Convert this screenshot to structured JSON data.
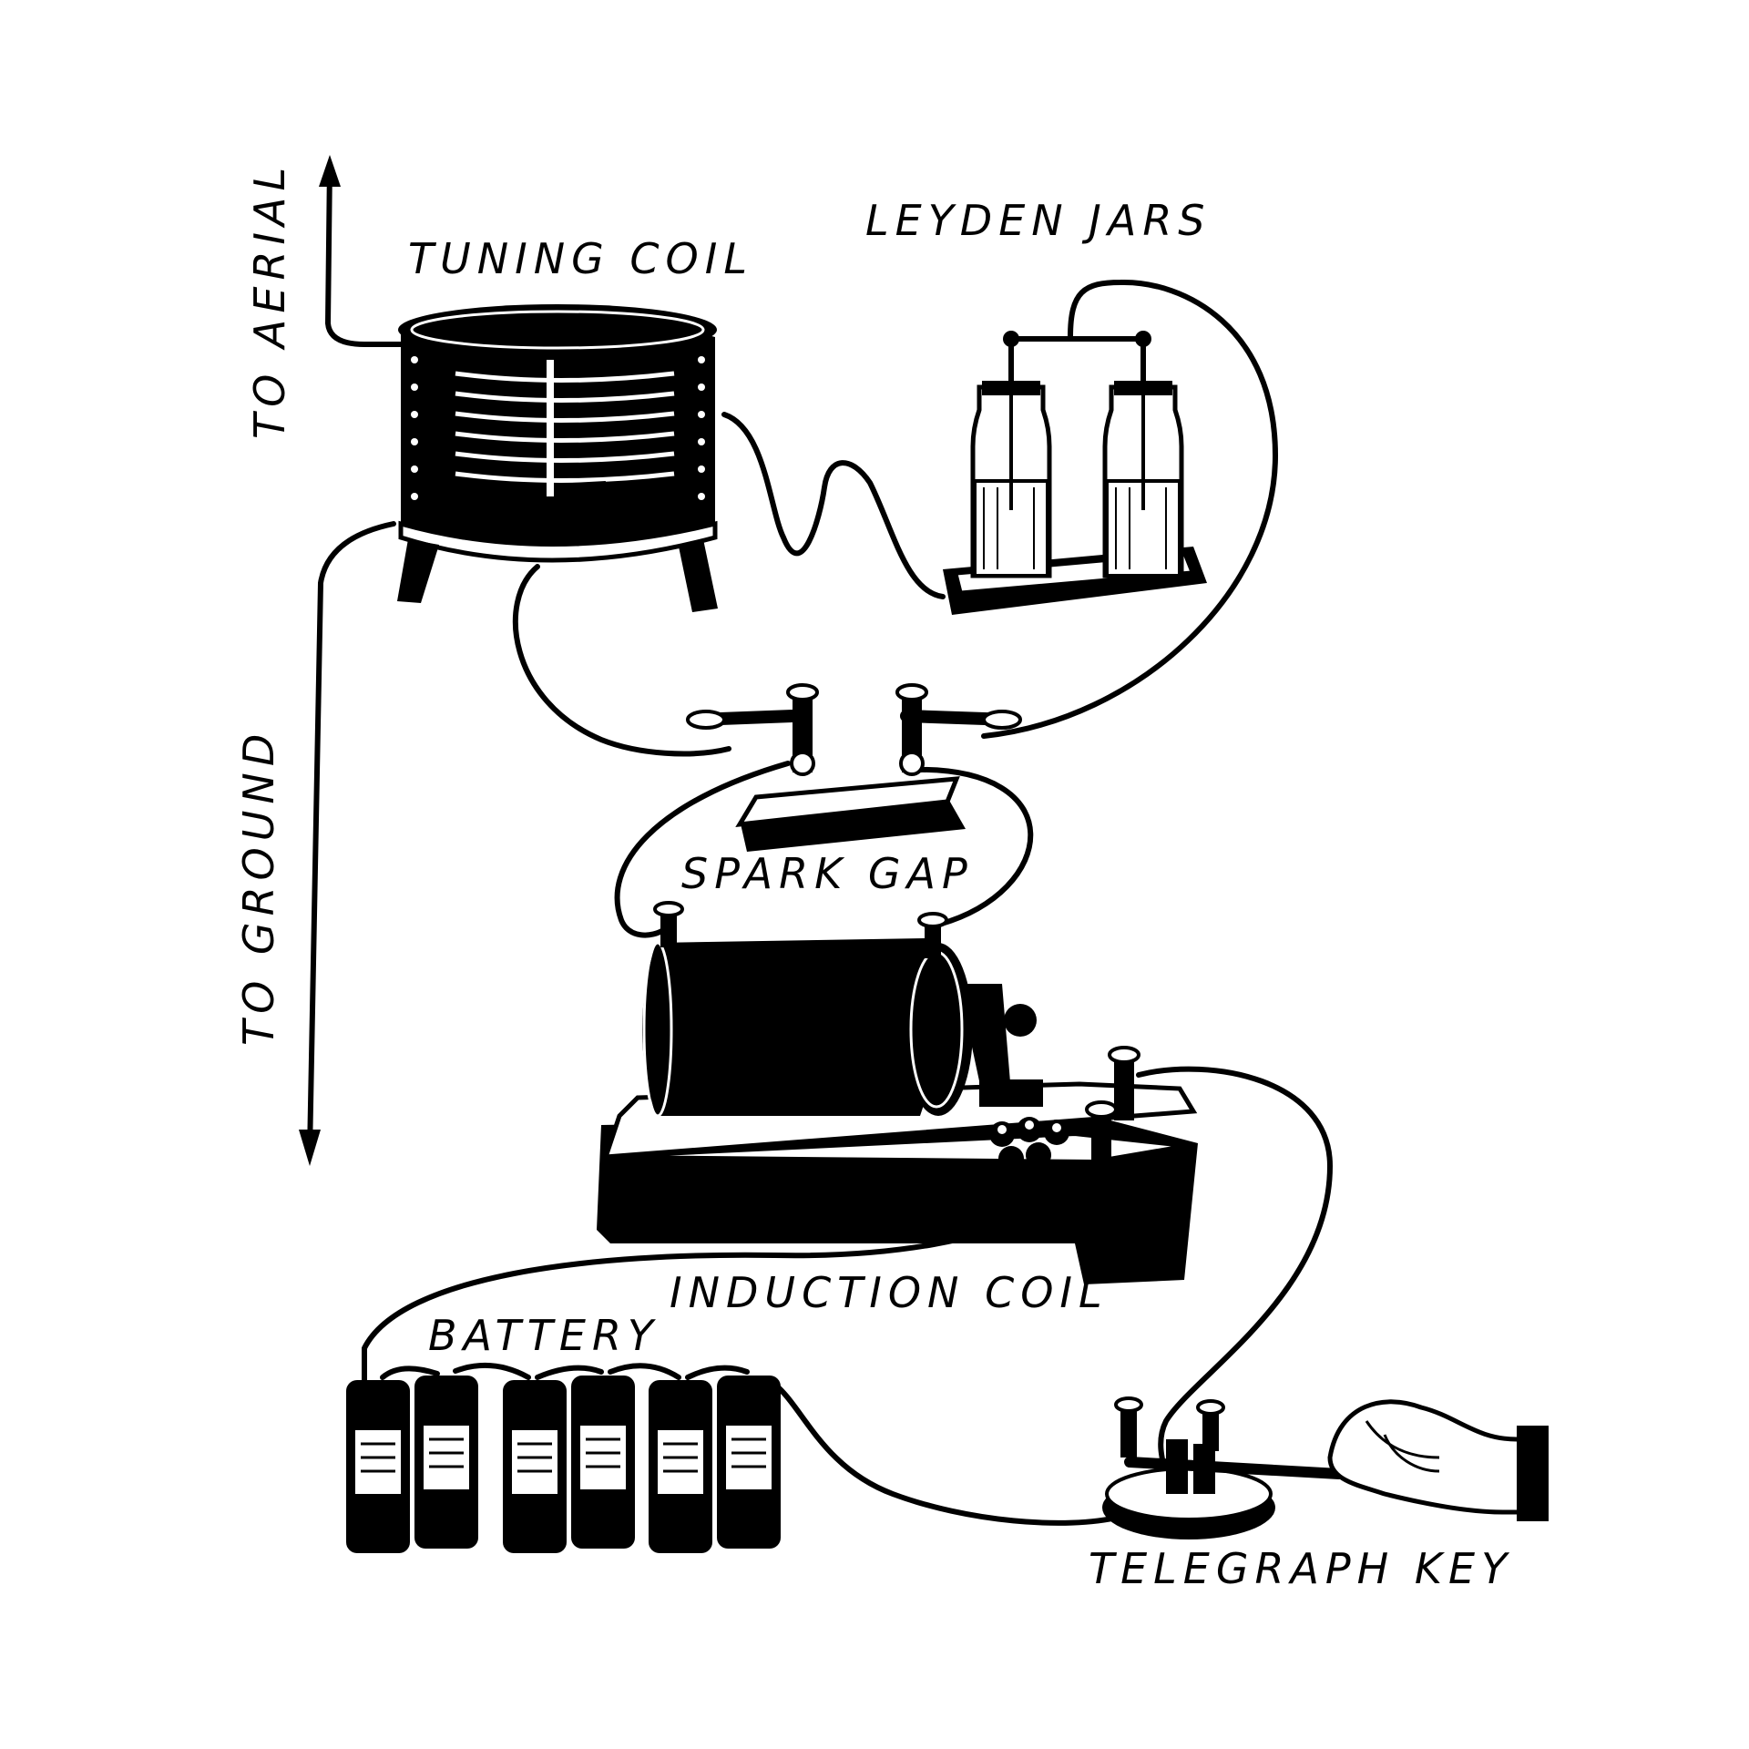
{
  "labels": {
    "to_aerial": "TO AERIAL",
    "tuning_coil": "TUNING COIL",
    "leyden_jars": "LEYDEN JARS",
    "to_ground": "TO GROUND",
    "spark_gap": "SPARK GAP",
    "induction_coil": "INDUCTION COIL",
    "battery": "BATTERY",
    "telegraph_key": "TELEGRAPH KEY"
  },
  "colors": {
    "ink": "#000000",
    "paper": "#ffffff"
  }
}
